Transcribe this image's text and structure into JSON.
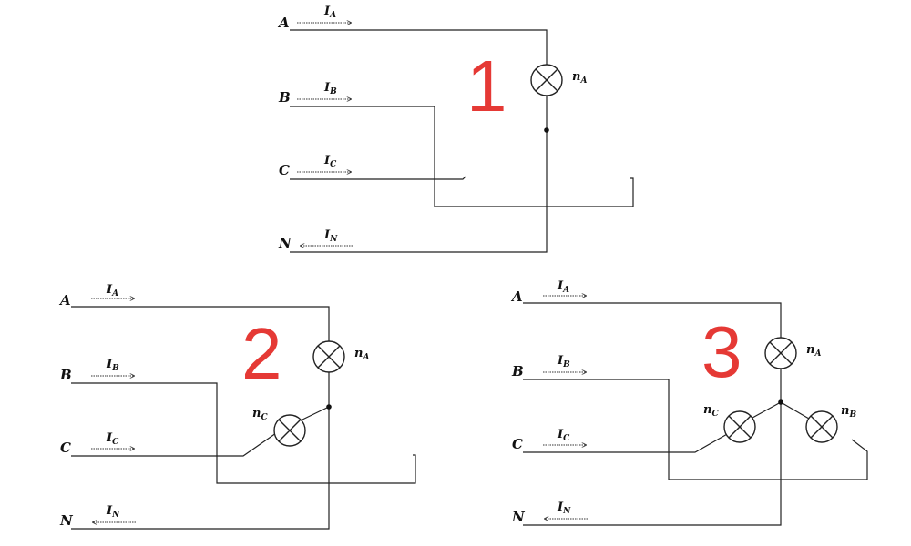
{
  "colors": {
    "wire": "#222222",
    "number": "#e53935"
  },
  "diagrams": [
    {
      "number": "1",
      "phases": {
        "a": "A",
        "b": "B",
        "c": "C",
        "n": "N"
      },
      "currents": {
        "a": {
          "main": "I",
          "sub": "A"
        },
        "b": {
          "main": "I",
          "sub": "B"
        },
        "c": {
          "main": "I",
          "sub": "C"
        },
        "n": {
          "main": "I",
          "sub": "N"
        }
      },
      "lamps": [
        {
          "main": "n",
          "sub": "A"
        }
      ]
    },
    {
      "number": "2",
      "phases": {
        "a": "A",
        "b": "B",
        "c": "C",
        "n": "N"
      },
      "currents": {
        "a": {
          "main": "I",
          "sub": "A"
        },
        "b": {
          "main": "I",
          "sub": "B"
        },
        "c": {
          "main": "I",
          "sub": "C"
        },
        "n": {
          "main": "I",
          "sub": "N"
        }
      },
      "lamps": [
        {
          "main": "n",
          "sub": "A"
        },
        {
          "main": "n",
          "sub": "C"
        }
      ]
    },
    {
      "number": "3",
      "phases": {
        "a": "A",
        "b": "B",
        "c": "C",
        "n": "N"
      },
      "currents": {
        "a": {
          "main": "I",
          "sub": "A"
        },
        "b": {
          "main": "I",
          "sub": "B"
        },
        "c": {
          "main": "I",
          "sub": "C"
        },
        "n": {
          "main": "I",
          "sub": "N"
        }
      },
      "lamps": [
        {
          "main": "n",
          "sub": "A"
        },
        {
          "main": "n",
          "sub": "C"
        },
        {
          "main": "n",
          "sub": "B"
        }
      ]
    }
  ]
}
